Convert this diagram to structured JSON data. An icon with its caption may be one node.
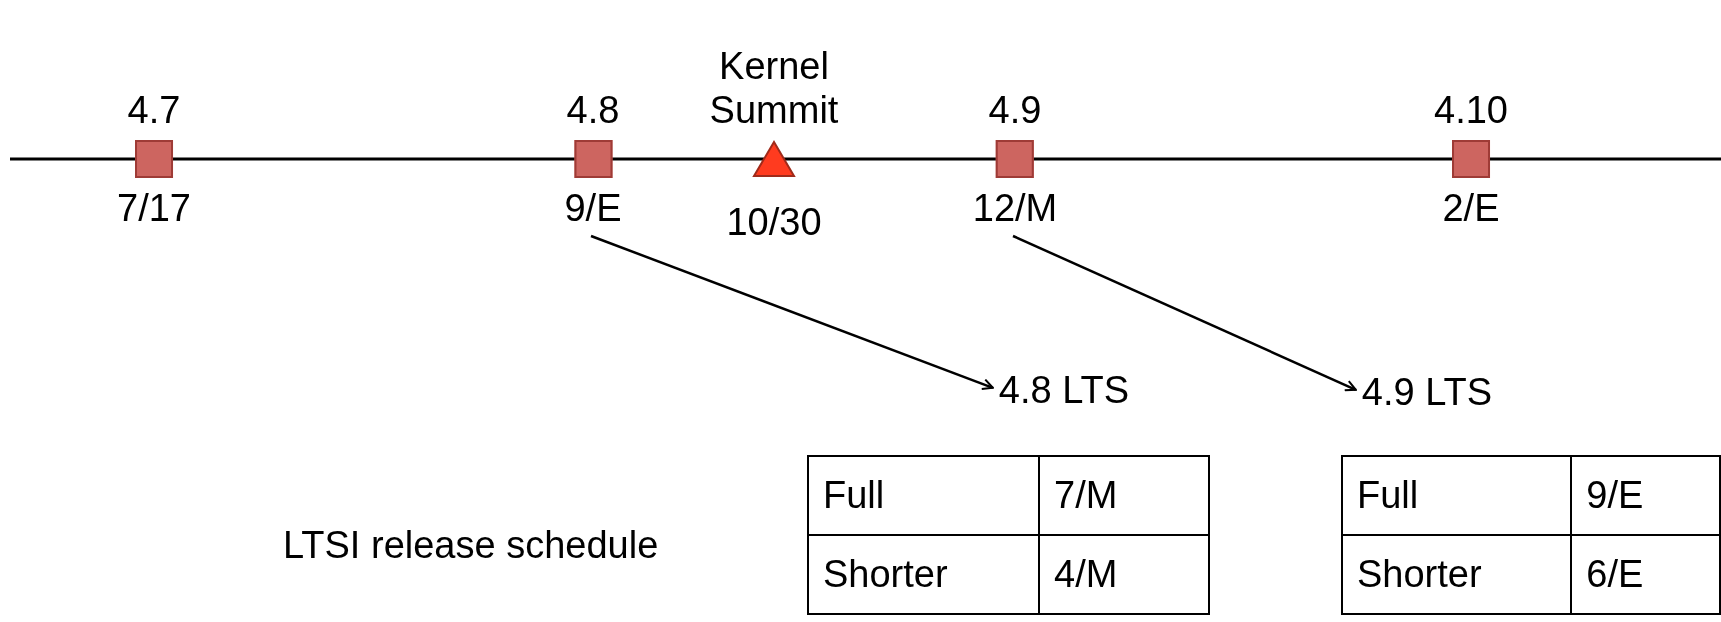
{
  "diagram": {
    "nodes": [
      {
        "text": [
          "4.7",
          "7/17"
        ]
      },
      {
        "text": [
          "4.8",
          "9/E"
        ]
      },
      {
        "text": [
          "Kernel Summit",
          "10/30"
        ]
      },
      {
        "text": [
          "4.9",
          "12/M"
        ]
      },
      {
        "text": [
          "4.10",
          "2/E"
        ]
      },
      {
        "text": [
          "4.8 LTS"
        ]
      },
      {
        "text": [
          "4.9 LTS"
        ]
      }
    ],
    "edges": [
      {
        "from": 1,
        "to": 5,
        "arrow": "to"
      },
      {
        "from": 3,
        "to": 6,
        "arrow": "to"
      }
    ],
    "labels": [
      "LTSI release schedule",
      "Full",
      "7/M",
      "Shorter",
      "4/M",
      "Full",
      "9/E",
      "Shorter",
      "6/E"
    ]
  }
}
